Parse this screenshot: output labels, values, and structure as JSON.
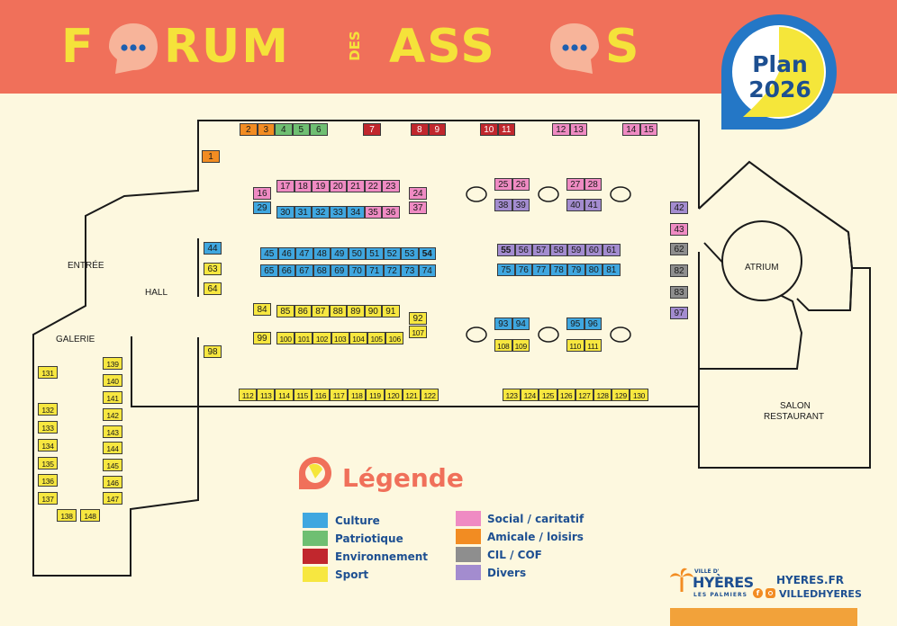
{
  "header": {
    "title_letters": [
      "F",
      "RUM",
      "ASS",
      "S"
    ],
    "title_des": "DES",
    "badge_line1": "Plan",
    "badge_line2": "2026"
  },
  "colors": {
    "culture": "#3fa7e0",
    "patriotique": "#6fbf72",
    "environnement": "#c1272d",
    "sport": "#f7e740",
    "social": "#ef8bc3",
    "amicale": "#f28c22",
    "cil": "#8e8e8e",
    "divers": "#a38ccf",
    "header": "#f0705a",
    "title": "#f5e23a",
    "text_blue": "#1d4f91"
  },
  "areas": {
    "entree": "ENTRÉE",
    "hall": "HALL",
    "galerie": "GALERIE",
    "atrium": "ATRIUM",
    "salon_line1": "SALON",
    "salon_line2": "RESTAURANT"
  },
  "legend": {
    "title": "Légende",
    "items": [
      {
        "key": "culture",
        "label": "Culture"
      },
      {
        "key": "patriotique",
        "label": "Patriotique"
      },
      {
        "key": "environnement",
        "label": "Environnement"
      },
      {
        "key": "sport",
        "label": "Sport"
      },
      {
        "key": "social",
        "label": "Social / caritatif"
      },
      {
        "key": "amicale",
        "label": "Amicale / loisirs"
      },
      {
        "key": "cil",
        "label": "CIL / COF"
      },
      {
        "key": "divers",
        "label": "Divers"
      }
    ]
  },
  "footer": {
    "logo_top": "VILLE D'",
    "logo_main": "HYÈRES",
    "logo_sub": "LES PALMIERS",
    "website": "HYERES.FR",
    "social": "VILLEDHYERES"
  },
  "stands": [
    {
      "n": "1",
      "cat": "amicale"
    },
    {
      "n": "2",
      "cat": "amicale"
    },
    {
      "n": "3",
      "cat": "amicale"
    },
    {
      "n": "4",
      "cat": "patriotique"
    },
    {
      "n": "5",
      "cat": "patriotique"
    },
    {
      "n": "6",
      "cat": "patriotique"
    },
    {
      "n": "7",
      "cat": "environnement"
    },
    {
      "n": "8",
      "cat": "environnement"
    },
    {
      "n": "9",
      "cat": "environnement"
    },
    {
      "n": "10",
      "cat": "environnement"
    },
    {
      "n": "11",
      "cat": "environnement"
    },
    {
      "n": "12",
      "cat": "social"
    },
    {
      "n": "13",
      "cat": "social"
    },
    {
      "n": "14",
      "cat": "social"
    },
    {
      "n": "15",
      "cat": "social"
    },
    {
      "n": "16",
      "cat": "social"
    },
    {
      "n": "29",
      "cat": "culture"
    },
    {
      "n": "17",
      "cat": "social"
    },
    {
      "n": "18",
      "cat": "social"
    },
    {
      "n": "19",
      "cat": "social"
    },
    {
      "n": "20",
      "cat": "social"
    },
    {
      "n": "21",
      "cat": "social"
    },
    {
      "n": "22",
      "cat": "social"
    },
    {
      "n": "23",
      "cat": "social"
    },
    {
      "n": "30",
      "cat": "culture"
    },
    {
      "n": "31",
      "cat": "culture"
    },
    {
      "n": "32",
      "cat": "culture"
    },
    {
      "n": "33",
      "cat": "culture"
    },
    {
      "n": "34",
      "cat": "culture"
    },
    {
      "n": "35",
      "cat": "social"
    },
    {
      "n": "36",
      "cat": "social"
    },
    {
      "n": "24",
      "cat": "social"
    },
    {
      "n": "37",
      "cat": "social"
    },
    {
      "n": "25",
      "cat": "social"
    },
    {
      "n": "26",
      "cat": "social"
    },
    {
      "n": "38",
      "cat": "divers"
    },
    {
      "n": "39",
      "cat": "divers"
    },
    {
      "n": "27",
      "cat": "social"
    },
    {
      "n": "28",
      "cat": "social"
    },
    {
      "n": "40",
      "cat": "divers"
    },
    {
      "n": "41",
      "cat": "divers"
    },
    {
      "n": "42",
      "cat": "divers"
    },
    {
      "n": "43",
      "cat": "social"
    },
    {
      "n": "62",
      "cat": "cil"
    },
    {
      "n": "82",
      "cat": "cil"
    },
    {
      "n": "83",
      "cat": "cil"
    },
    {
      "n": "97",
      "cat": "divers"
    },
    {
      "n": "44",
      "cat": "culture"
    },
    {
      "n": "63",
      "cat": "sport"
    },
    {
      "n": "64",
      "cat": "sport"
    },
    {
      "n": "98",
      "cat": "sport"
    },
    {
      "n": "45",
      "cat": "culture"
    },
    {
      "n": "46",
      "cat": "culture"
    },
    {
      "n": "47",
      "cat": "culture"
    },
    {
      "n": "48",
      "cat": "culture"
    },
    {
      "n": "49",
      "cat": "culture"
    },
    {
      "n": "50",
      "cat": "culture"
    },
    {
      "n": "51",
      "cat": "culture"
    },
    {
      "n": "52",
      "cat": "culture"
    },
    {
      "n": "53",
      "cat": "culture"
    },
    {
      "n": "54",
      "cat": "culture"
    },
    {
      "n": "65",
      "cat": "culture"
    },
    {
      "n": "66",
      "cat": "culture"
    },
    {
      "n": "67",
      "cat": "culture"
    },
    {
      "n": "68",
      "cat": "culture"
    },
    {
      "n": "69",
      "cat": "culture"
    },
    {
      "n": "70",
      "cat": "culture"
    },
    {
      "n": "71",
      "cat": "culture"
    },
    {
      "n": "72",
      "cat": "culture"
    },
    {
      "n": "73",
      "cat": "culture"
    },
    {
      "n": "74",
      "cat": "culture"
    },
    {
      "n": "55",
      "cat": "divers"
    },
    {
      "n": "56",
      "cat": "divers"
    },
    {
      "n": "57",
      "cat": "divers"
    },
    {
      "n": "58",
      "cat": "divers"
    },
    {
      "n": "59",
      "cat": "divers"
    },
    {
      "n": "60",
      "cat": "divers"
    },
    {
      "n": "61",
      "cat": "divers"
    },
    {
      "n": "75",
      "cat": "culture"
    },
    {
      "n": "76",
      "cat": "culture"
    },
    {
      "n": "77",
      "cat": "culture"
    },
    {
      "n": "78",
      "cat": "culture"
    },
    {
      "n": "79",
      "cat": "culture"
    },
    {
      "n": "80",
      "cat": "culture"
    },
    {
      "n": "81",
      "cat": "culture"
    },
    {
      "n": "84",
      "cat": "sport"
    },
    {
      "n": "85",
      "cat": "sport"
    },
    {
      "n": "86",
      "cat": "sport"
    },
    {
      "n": "87",
      "cat": "sport"
    },
    {
      "n": "88",
      "cat": "sport"
    },
    {
      "n": "89",
      "cat": "sport"
    },
    {
      "n": "90",
      "cat": "sport"
    },
    {
      "n": "91",
      "cat": "sport"
    },
    {
      "n": "92",
      "cat": "sport"
    },
    {
      "n": "107",
      "cat": "sport"
    },
    {
      "n": "99",
      "cat": "sport"
    },
    {
      "n": "100",
      "cat": "sport"
    },
    {
      "n": "101",
      "cat": "sport"
    },
    {
      "n": "102",
      "cat": "sport"
    },
    {
      "n": "103",
      "cat": "sport"
    },
    {
      "n": "104",
      "cat": "sport"
    },
    {
      "n": "105",
      "cat": "sport"
    },
    {
      "n": "106",
      "cat": "sport"
    },
    {
      "n": "93",
      "cat": "culture"
    },
    {
      "n": "94",
      "cat": "culture"
    },
    {
      "n": "108",
      "cat": "sport"
    },
    {
      "n": "109",
      "cat": "sport"
    },
    {
      "n": "95",
      "cat": "culture"
    },
    {
      "n": "96",
      "cat": "culture"
    },
    {
      "n": "110",
      "cat": "sport"
    },
    {
      "n": "111",
      "cat": "sport"
    },
    {
      "n": "112",
      "cat": "sport"
    },
    {
      "n": "113",
      "cat": "sport"
    },
    {
      "n": "114",
      "cat": "sport"
    },
    {
      "n": "115",
      "cat": "sport"
    },
    {
      "n": "116",
      "cat": "sport"
    },
    {
      "n": "117",
      "cat": "sport"
    },
    {
      "n": "118",
      "cat": "sport"
    },
    {
      "n": "119",
      "cat": "sport"
    },
    {
      "n": "120",
      "cat": "sport"
    },
    {
      "n": "121",
      "cat": "sport"
    },
    {
      "n": "122",
      "cat": "sport"
    },
    {
      "n": "123",
      "cat": "sport"
    },
    {
      "n": "124",
      "cat": "sport"
    },
    {
      "n": "125",
      "cat": "sport"
    },
    {
      "n": "126",
      "cat": "sport"
    },
    {
      "n": "127",
      "cat": "sport"
    },
    {
      "n": "128",
      "cat": "sport"
    },
    {
      "n": "129",
      "cat": "sport"
    },
    {
      "n": "130",
      "cat": "sport"
    },
    {
      "n": "131",
      "cat": "sport"
    },
    {
      "n": "132",
      "cat": "sport"
    },
    {
      "n": "133",
      "cat": "sport"
    },
    {
      "n": "134",
      "cat": "sport"
    },
    {
      "n": "135",
      "cat": "sport"
    },
    {
      "n": "136",
      "cat": "sport"
    },
    {
      "n": "137",
      "cat": "sport"
    },
    {
      "n": "138",
      "cat": "sport"
    },
    {
      "n": "139",
      "cat": "sport"
    },
    {
      "n": "140",
      "cat": "sport"
    },
    {
      "n": "141",
      "cat": "sport"
    },
    {
      "n": "142",
      "cat": "sport"
    },
    {
      "n": "143",
      "cat": "sport"
    },
    {
      "n": "144",
      "cat": "sport"
    },
    {
      "n": "145",
      "cat": "sport"
    },
    {
      "n": "146",
      "cat": "sport"
    },
    {
      "n": "147",
      "cat": "sport"
    },
    {
      "n": "148",
      "cat": "sport"
    }
  ]
}
